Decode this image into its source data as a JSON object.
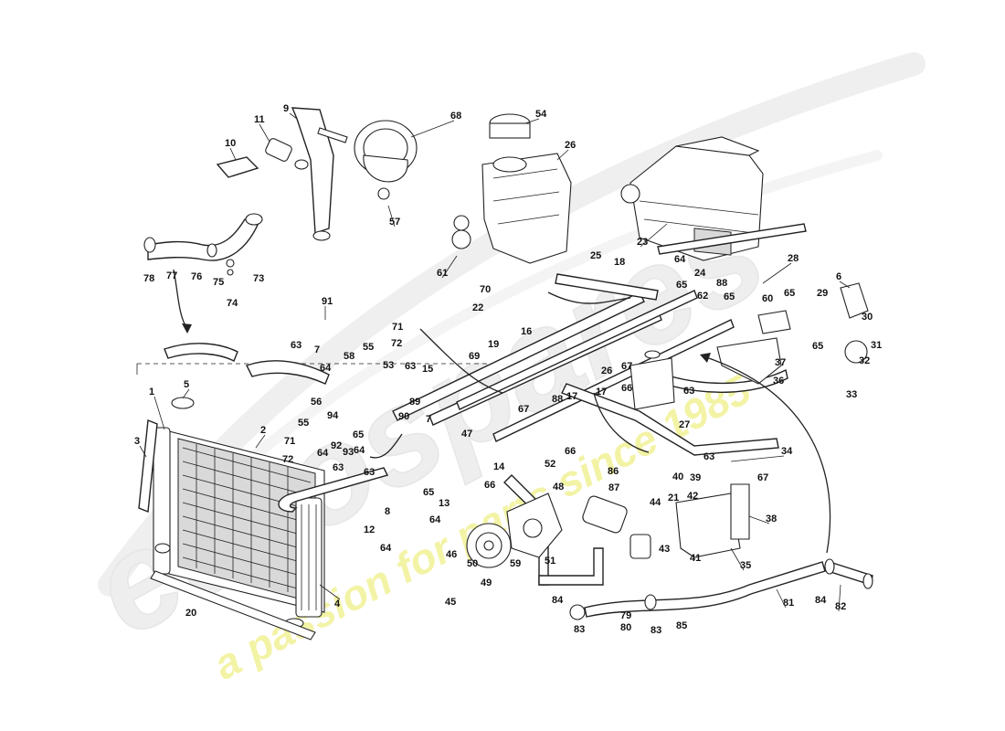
{
  "watermark": {
    "brand_text": "eurospares",
    "tagline_text": "a passion for parts since 1985",
    "brand_color": "#eeeeee",
    "tagline_color": "#f3f3a6"
  },
  "part_numbers": [
    "1",
    "2",
    "3",
    "4",
    "5",
    "6",
    "7",
    "8",
    "9",
    "10",
    "11",
    "12",
    "13",
    "14",
    "15",
    "16",
    "17",
    "18",
    "19",
    "20",
    "21",
    "22",
    "23",
    "24",
    "25",
    "26",
    "27",
    "28",
    "29",
    "30",
    "31",
    "32",
    "33",
    "34",
    "35",
    "36",
    "37",
    "38",
    "39",
    "40",
    "41",
    "42",
    "43",
    "44",
    "45",
    "46",
    "47",
    "48",
    "49",
    "50",
    "51",
    "52",
    "53",
    "54",
    "55",
    "56",
    "57",
    "58",
    "59",
    "60",
    "61",
    "62",
    "63",
    "64",
    "65",
    "66",
    "67",
    "68",
    "69",
    "70",
    "71",
    "72",
    "73",
    "74",
    "75",
    "76",
    "77",
    "78",
    "79",
    "80",
    "81",
    "82",
    "83",
    "84",
    "85",
    "86",
    "87",
    "88",
    "89",
    "90",
    "91",
    "92",
    "93",
    "94"
  ],
  "callouts": [
    "1",
    "2",
    "3",
    "4",
    "5",
    "6",
    "7",
    "7",
    "8",
    "9",
    "10",
    "11",
    "12",
    "13",
    "14",
    "15",
    "16",
    "17",
    "17",
    "18",
    "19",
    "20",
    "21",
    "22",
    "23",
    "24",
    "25",
    "26",
    "26",
    "27",
    "28",
    "29",
    "30",
    "31",
    "32",
    "33",
    "34",
    "35",
    "36",
    "37",
    "38",
    "39",
    "40",
    "41",
    "42",
    "43",
    "44",
    "45",
    "46",
    "47",
    "48",
    "49",
    "50",
    "51",
    "52",
    "53",
    "54",
    "55",
    "55",
    "56",
    "57",
    "58",
    "59",
    "60",
    "61",
    "62",
    "63",
    "63",
    "63",
    "63",
    "63",
    "63",
    "64",
    "64",
    "64",
    "64",
    "64",
    "64",
    "65",
    "65",
    "65",
    "65",
    "65",
    "65",
    "66",
    "66",
    "66",
    "67",
    "67",
    "67",
    "68",
    "69",
    "70",
    "71",
    "71",
    "72",
    "72",
    "73",
    "74",
    "75",
    "76",
    "77",
    "78",
    "79",
    "80",
    "81",
    "82",
    "83",
    "83",
    "84",
    "84",
    "85",
    "86",
    "87",
    "88",
    "88",
    "89",
    "90",
    "91",
    "92",
    "93",
    "94"
  ]
}
